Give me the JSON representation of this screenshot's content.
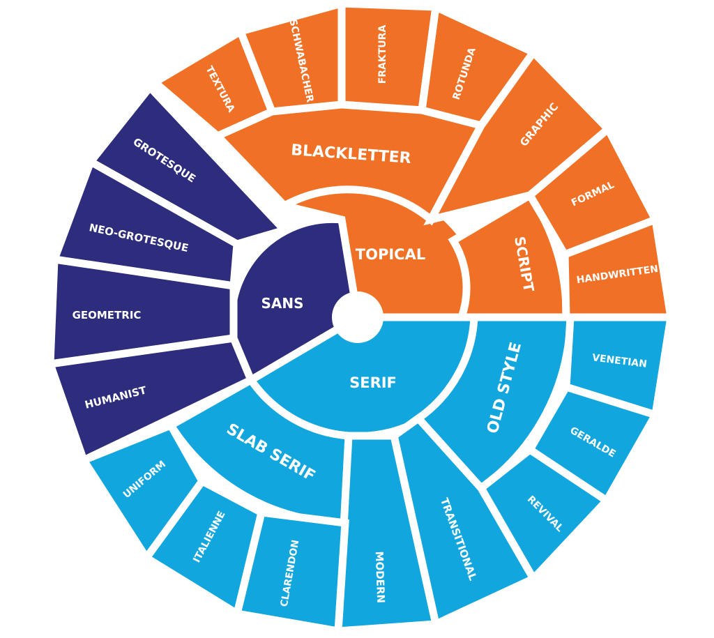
{
  "colors": {
    "topical": "#F07126",
    "sans": "#2E2C7C",
    "serif": "#12A6DF",
    "background": "#FFFFFF"
  },
  "wheel": {
    "core": [
      {
        "label": "SANS",
        "group": "sans"
      },
      {
        "label": "TOPICAL",
        "group": "topical"
      },
      {
        "label": "SERIF",
        "group": "serif"
      }
    ],
    "middle": [
      {
        "label": "BLACKLETTER",
        "group": "topical"
      },
      {
        "label": "SCRIPT",
        "group": "topical"
      },
      {
        "label": "OLD STYLE",
        "group": "serif"
      },
      {
        "label": "SLAB SERIF",
        "group": "serif"
      }
    ],
    "outer": {
      "sans": [
        "GROTESQUE",
        "NEO-GROTESQUE",
        "GEOMETRIC",
        "HUMANIST"
      ],
      "blackletter": [
        "TEXTURA",
        "SCHWABACHER",
        "FRAKTURA",
        "ROTUNDA"
      ],
      "topical": [
        "GRAPHIC"
      ],
      "script": [
        "FORMAL",
        "HANDWRITTEN"
      ],
      "old_style": [
        "VENETIAN",
        "GERALDE",
        "REVIVAL"
      ],
      "serif": [
        "TRANSITIONAL",
        "MODERN"
      ],
      "slab_serif": [
        "CLARENDON",
        "ITALIENNE",
        "UNIFORM"
      ]
    }
  }
}
